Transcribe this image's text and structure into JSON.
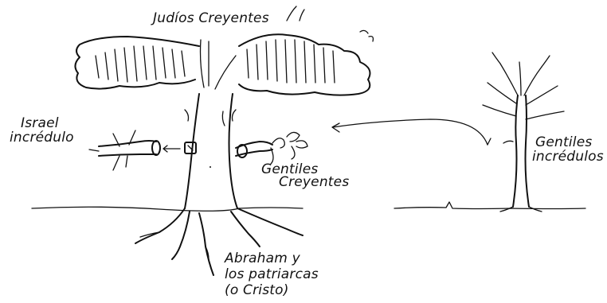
{
  "labels": {
    "believing_jews": "Judíos Creyentes",
    "unbelieving_israel_line1": "Israel",
    "unbelieving_israel_line2": "incrédulo",
    "believing_gentiles_line1": "Gentiles",
    "believing_gentiles_line2": "Creyentes",
    "unbelieving_gentiles_line1": "Gentiles",
    "unbelieving_gentiles_line2": "incrédulos",
    "root_line1": "Abraham y",
    "root_line2": "los patriarcas",
    "root_line3": "(o Cristo)"
  },
  "colors": {
    "ink": "#111111",
    "background": "#ffffff"
  }
}
